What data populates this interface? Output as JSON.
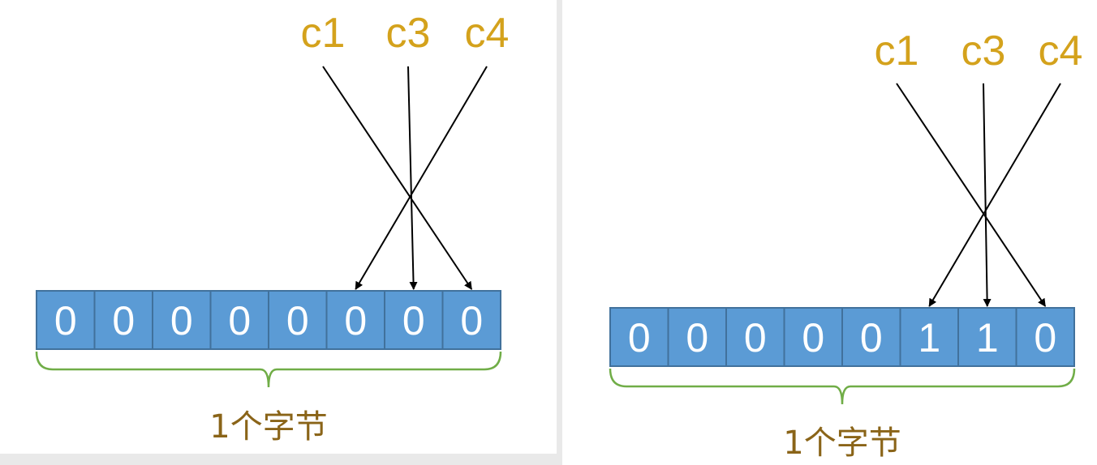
{
  "colors": {
    "bit_fill": "#5b9bd5",
    "bit_border": "#41719c",
    "bit_text": "#ffffff",
    "var_label": "#d4a21c",
    "brace": "#70ad47",
    "byte_label": "#8a6418",
    "arrow": "#000000"
  },
  "panels": [
    {
      "id": "left",
      "vars": [
        "c1",
        "c3",
        "c4"
      ],
      "bits": [
        "0",
        "0",
        "0",
        "0",
        "0",
        "0",
        "0",
        "0"
      ],
      "arrows": [
        {
          "from": "c1",
          "to_bit": 7
        },
        {
          "from": "c3",
          "to_bit": 6
        },
        {
          "from": "c4",
          "to_bit": 5
        }
      ],
      "byte_label": "1个字节"
    },
    {
      "id": "right",
      "vars": [
        "c1",
        "c3",
        "c4"
      ],
      "bits": [
        "0",
        "0",
        "0",
        "0",
        "0",
        "1",
        "1",
        "0"
      ],
      "arrows": [
        {
          "from": "c1",
          "to_bit": 7
        },
        {
          "from": "c3",
          "to_bit": 6
        },
        {
          "from": "c4",
          "to_bit": 5
        }
      ],
      "byte_label": "1个字节"
    }
  ]
}
